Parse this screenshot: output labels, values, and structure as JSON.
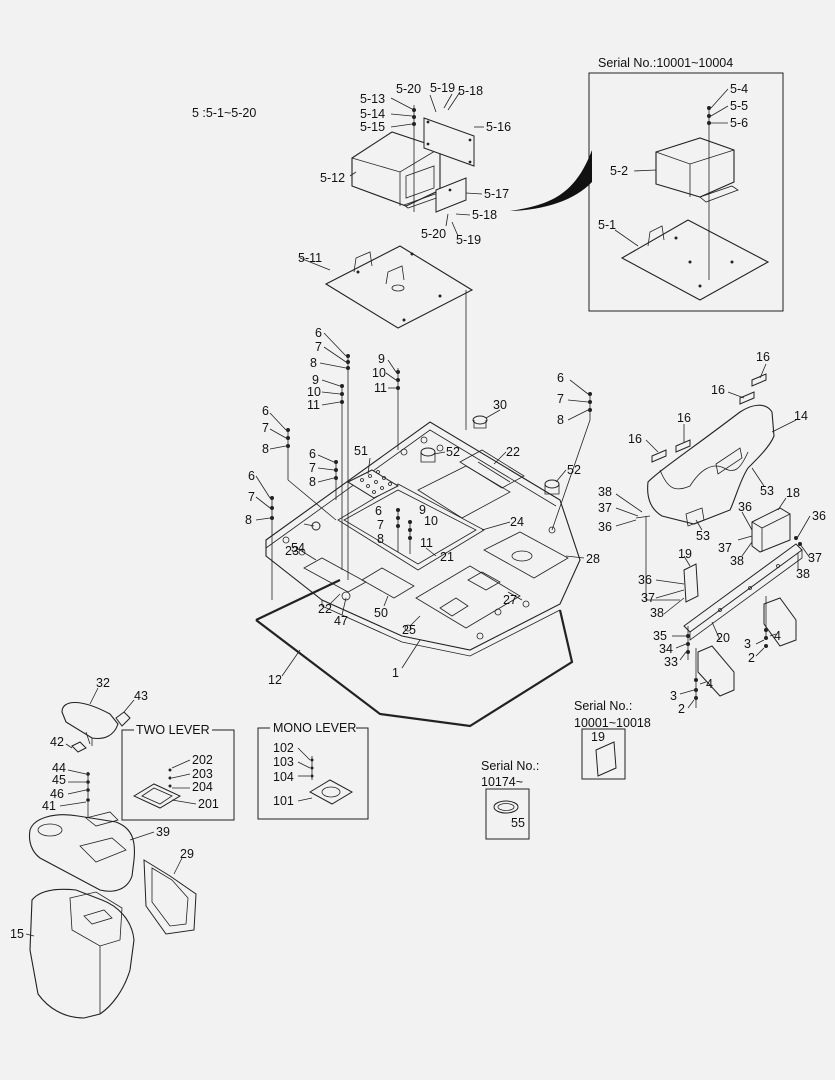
{
  "header": {
    "range_note": "5 :5-1~5-20"
  },
  "insets": {
    "serial_top": "Serial No.:10001~10004",
    "serial_bracket_line1": "Serial No.:",
    "serial_bracket_line2": "10001~10018",
    "serial_ring_line1": "Serial No.:",
    "serial_ring_line2": "10174~",
    "two_lever": "TWO LEVER",
    "mono_lever": "MONO LEVER"
  },
  "callouts": {
    "c5_1": "5-1",
    "c5_2": "5-2",
    "c5_4": "5-4",
    "c5_5": "5-5",
    "c5_6": "5-6",
    "c5_11": "5-11",
    "c5_12": "5-12",
    "c5_13": "5-13",
    "c5_14": "5-14",
    "c5_15": "5-15",
    "c5_16": "5-16",
    "c5_17": "5-17",
    "c5_18a": "5-18",
    "c5_18b": "5-18",
    "c5_19a": "5-19",
    "c5_19b": "5-19",
    "c5_20a": "5-20",
    "c5_20b": "5-20",
    "c1": "1",
    "c2a": "2",
    "c2b": "2",
    "c3a": "3",
    "c3b": "3",
    "c4a": "4",
    "c4b": "4",
    "c6a": "6",
    "c6b": "6",
    "c6c": "6",
    "c6d": "6",
    "c6e": "6",
    "c6f": "6",
    "c7a": "7",
    "c7b": "7",
    "c7c": "7",
    "c7d": "7",
    "c7e": "7",
    "c7f": "7",
    "c8a": "8",
    "c8b": "8",
    "c8c": "8",
    "c8d": "8",
    "c8e": "8",
    "c8f": "8",
    "c9a": "9",
    "c9b": "9",
    "c9c": "9",
    "c10a": "10",
    "c10b": "10",
    "c10c": "10",
    "c11a": "11",
    "c11b": "11",
    "c11c": "11",
    "c12": "12",
    "c14": "14",
    "c15": "15",
    "c16a": "16",
    "c16b": "16",
    "c16c": "16",
    "c16d": "16",
    "c18": "18",
    "c19a": "19",
    "c19b": "19",
    "c20": "20",
    "c21": "21",
    "c22a": "22",
    "c22b": "22",
    "c23": "23",
    "c24": "24",
    "c25": "25",
    "c27": "27",
    "c28": "28",
    "c29": "29",
    "c30": "30",
    "c32": "32",
    "c33": "33",
    "c34": "34",
    "c35": "35",
    "c36a": "36",
    "c36b": "36",
    "c36c": "36",
    "c36d": "36",
    "c37a": "37",
    "c37b": "37",
    "c37c": "37",
    "c37d": "37",
    "c38a": "38",
    "c38b": "38",
    "c38c": "38",
    "c38d": "38",
    "c39": "39",
    "c41": "41",
    "c42": "42",
    "c43": "43",
    "c44": "44",
    "c45": "45",
    "c46": "46",
    "c47": "47",
    "c50": "50",
    "c51": "51",
    "c52a": "52",
    "c52b": "52",
    "c53a": "53",
    "c53b": "53",
    "c54": "54",
    "c55": "55",
    "c101": "101",
    "c102": "102",
    "c103": "103",
    "c104": "104",
    "c201": "201",
    "c202": "202",
    "c203": "203",
    "c204": "204"
  },
  "colors": {
    "ink": "#222222",
    "paper": "#f2f2f2"
  }
}
